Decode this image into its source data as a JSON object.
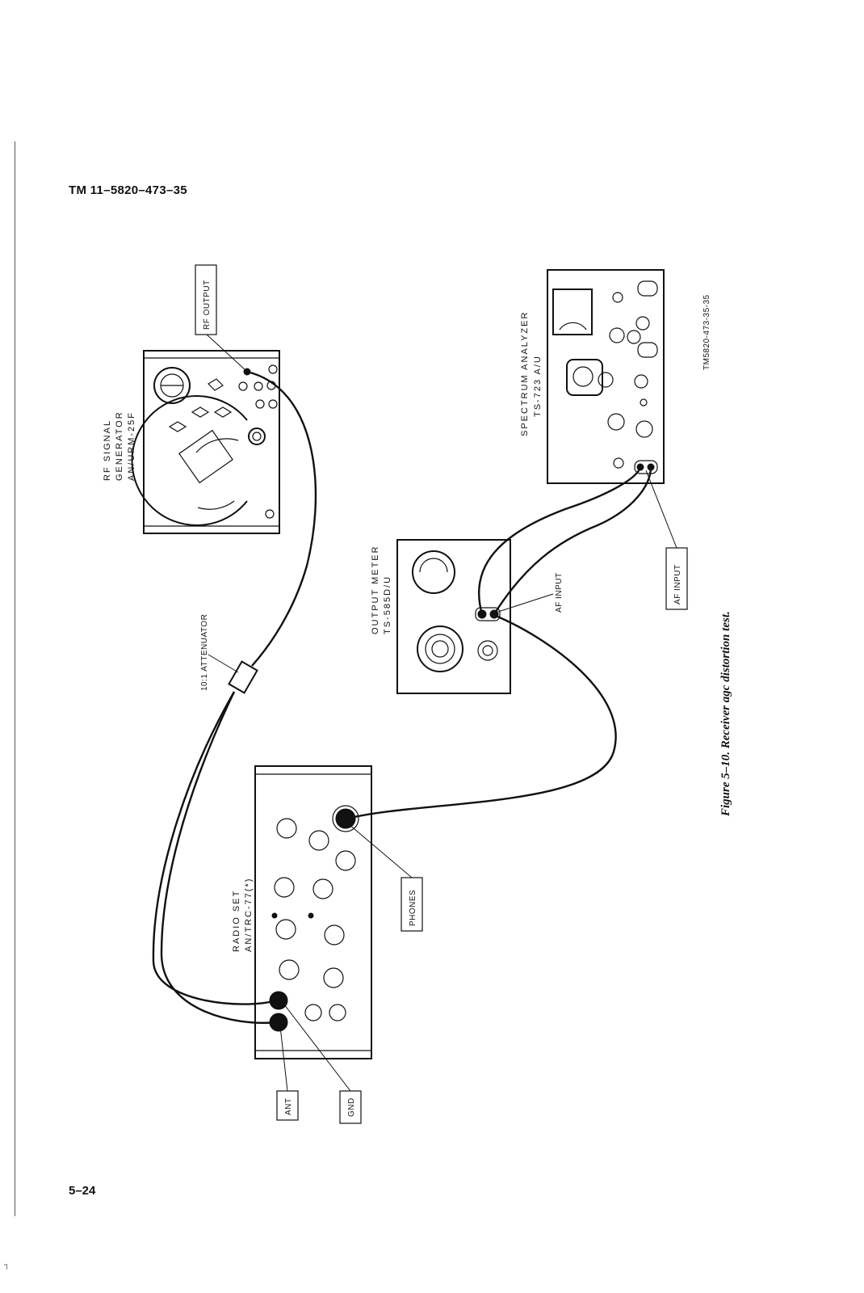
{
  "header": {
    "doc_number": "TM 11–5820–473–35"
  },
  "footer": {
    "page_number": "5–24",
    "corner_mark": "┐"
  },
  "figure": {
    "caption": "Figure 5–10. Receiver agc distortion test.",
    "figure_id": "TM5820-473-35-35"
  },
  "equipment": {
    "rf_generator": {
      "line1": "RF SIGNAL",
      "line2": "GENERATOR",
      "line3": "AN/URM-25F"
    },
    "radio_set": {
      "line1": "RADIO SET",
      "line2": "AN/TRC-77(*)"
    },
    "output_meter": {
      "line1": "OUTPUT METER",
      "line2": "TS-585D/U"
    },
    "spectrum_analyzer": {
      "line1": "SPECTRUM ANALYZER",
      "line2": "TS-723 A/U"
    }
  },
  "callouts": {
    "rf_output": "RF OUTPUT",
    "attenuator": "10:1 ATTENUATOR",
    "af_input_meter": "AF INPUT",
    "af_input_analyzer": "AF INPUT",
    "phones": "PHONES",
    "ant": "ANT",
    "gnd": "GND"
  }
}
